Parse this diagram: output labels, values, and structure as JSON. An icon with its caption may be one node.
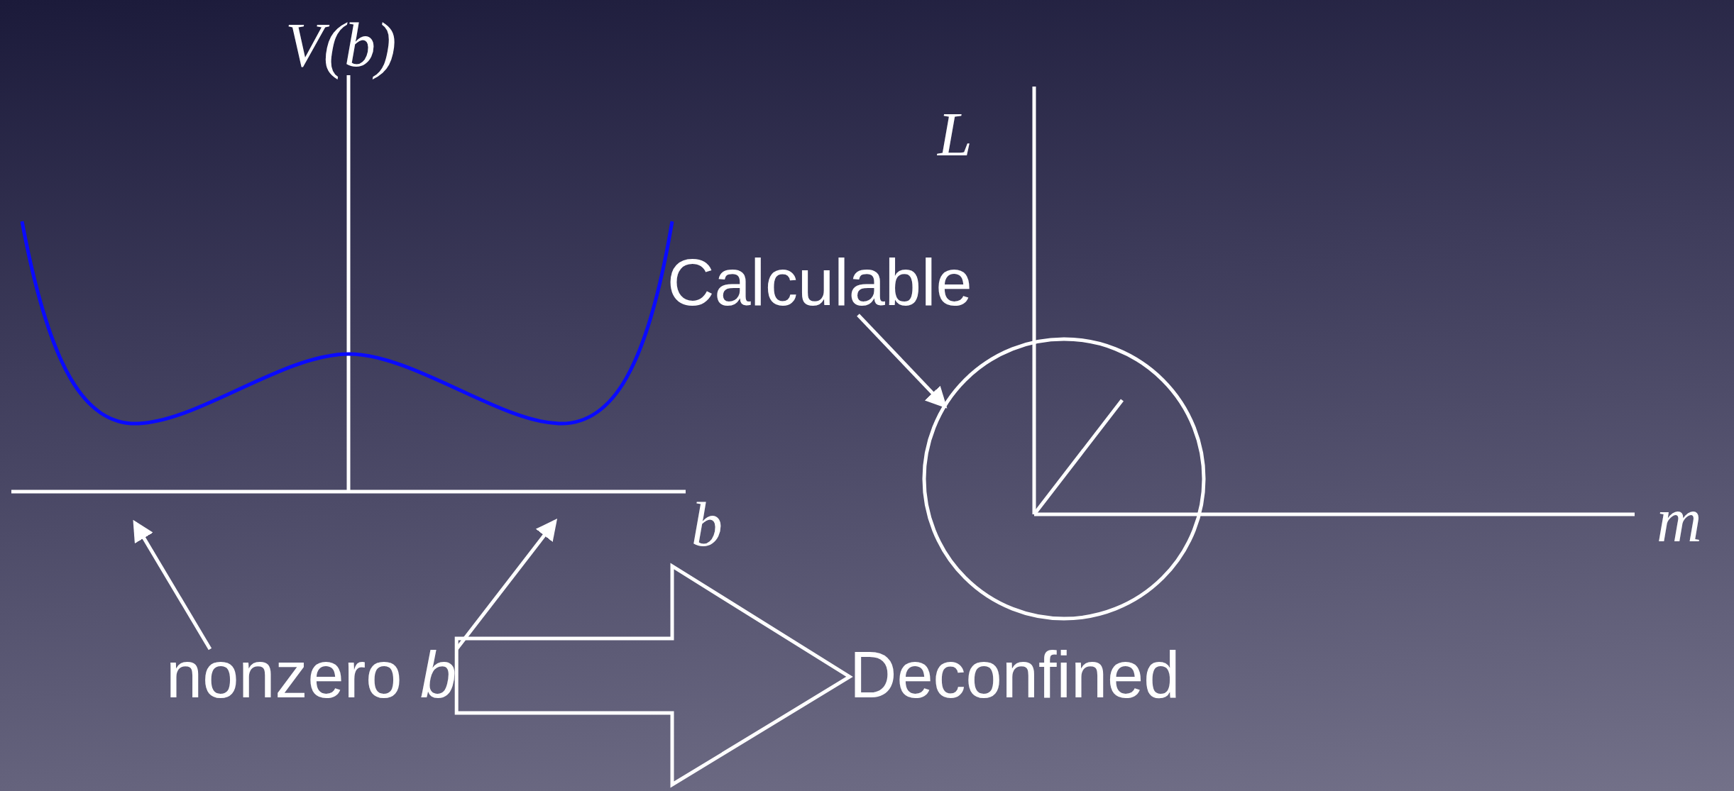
{
  "diagram": {
    "nodes": [
      {
        "text": [
          "nonzero *b*"
        ]
      },
      {
        "text": [
          "Deconfined"
        ]
      },
      {
        "text": [
          "Calculable"
        ]
      },
      {
        "text": [],
        "shape": "circle"
      }
    ],
    "edges": [
      {
        "from": 0,
        "to": null,
        "arrow": "to"
      },
      {
        "from": 0,
        "to": null,
        "arrow": "to"
      },
      {
        "from": 0,
        "to": 1,
        "arrow": "to"
      },
      {
        "from": 2,
        "to": 3,
        "arrow": "to"
      }
    ],
    "labels": [
      "V(b)",
      "b",
      "L",
      "m"
    ]
  }
}
